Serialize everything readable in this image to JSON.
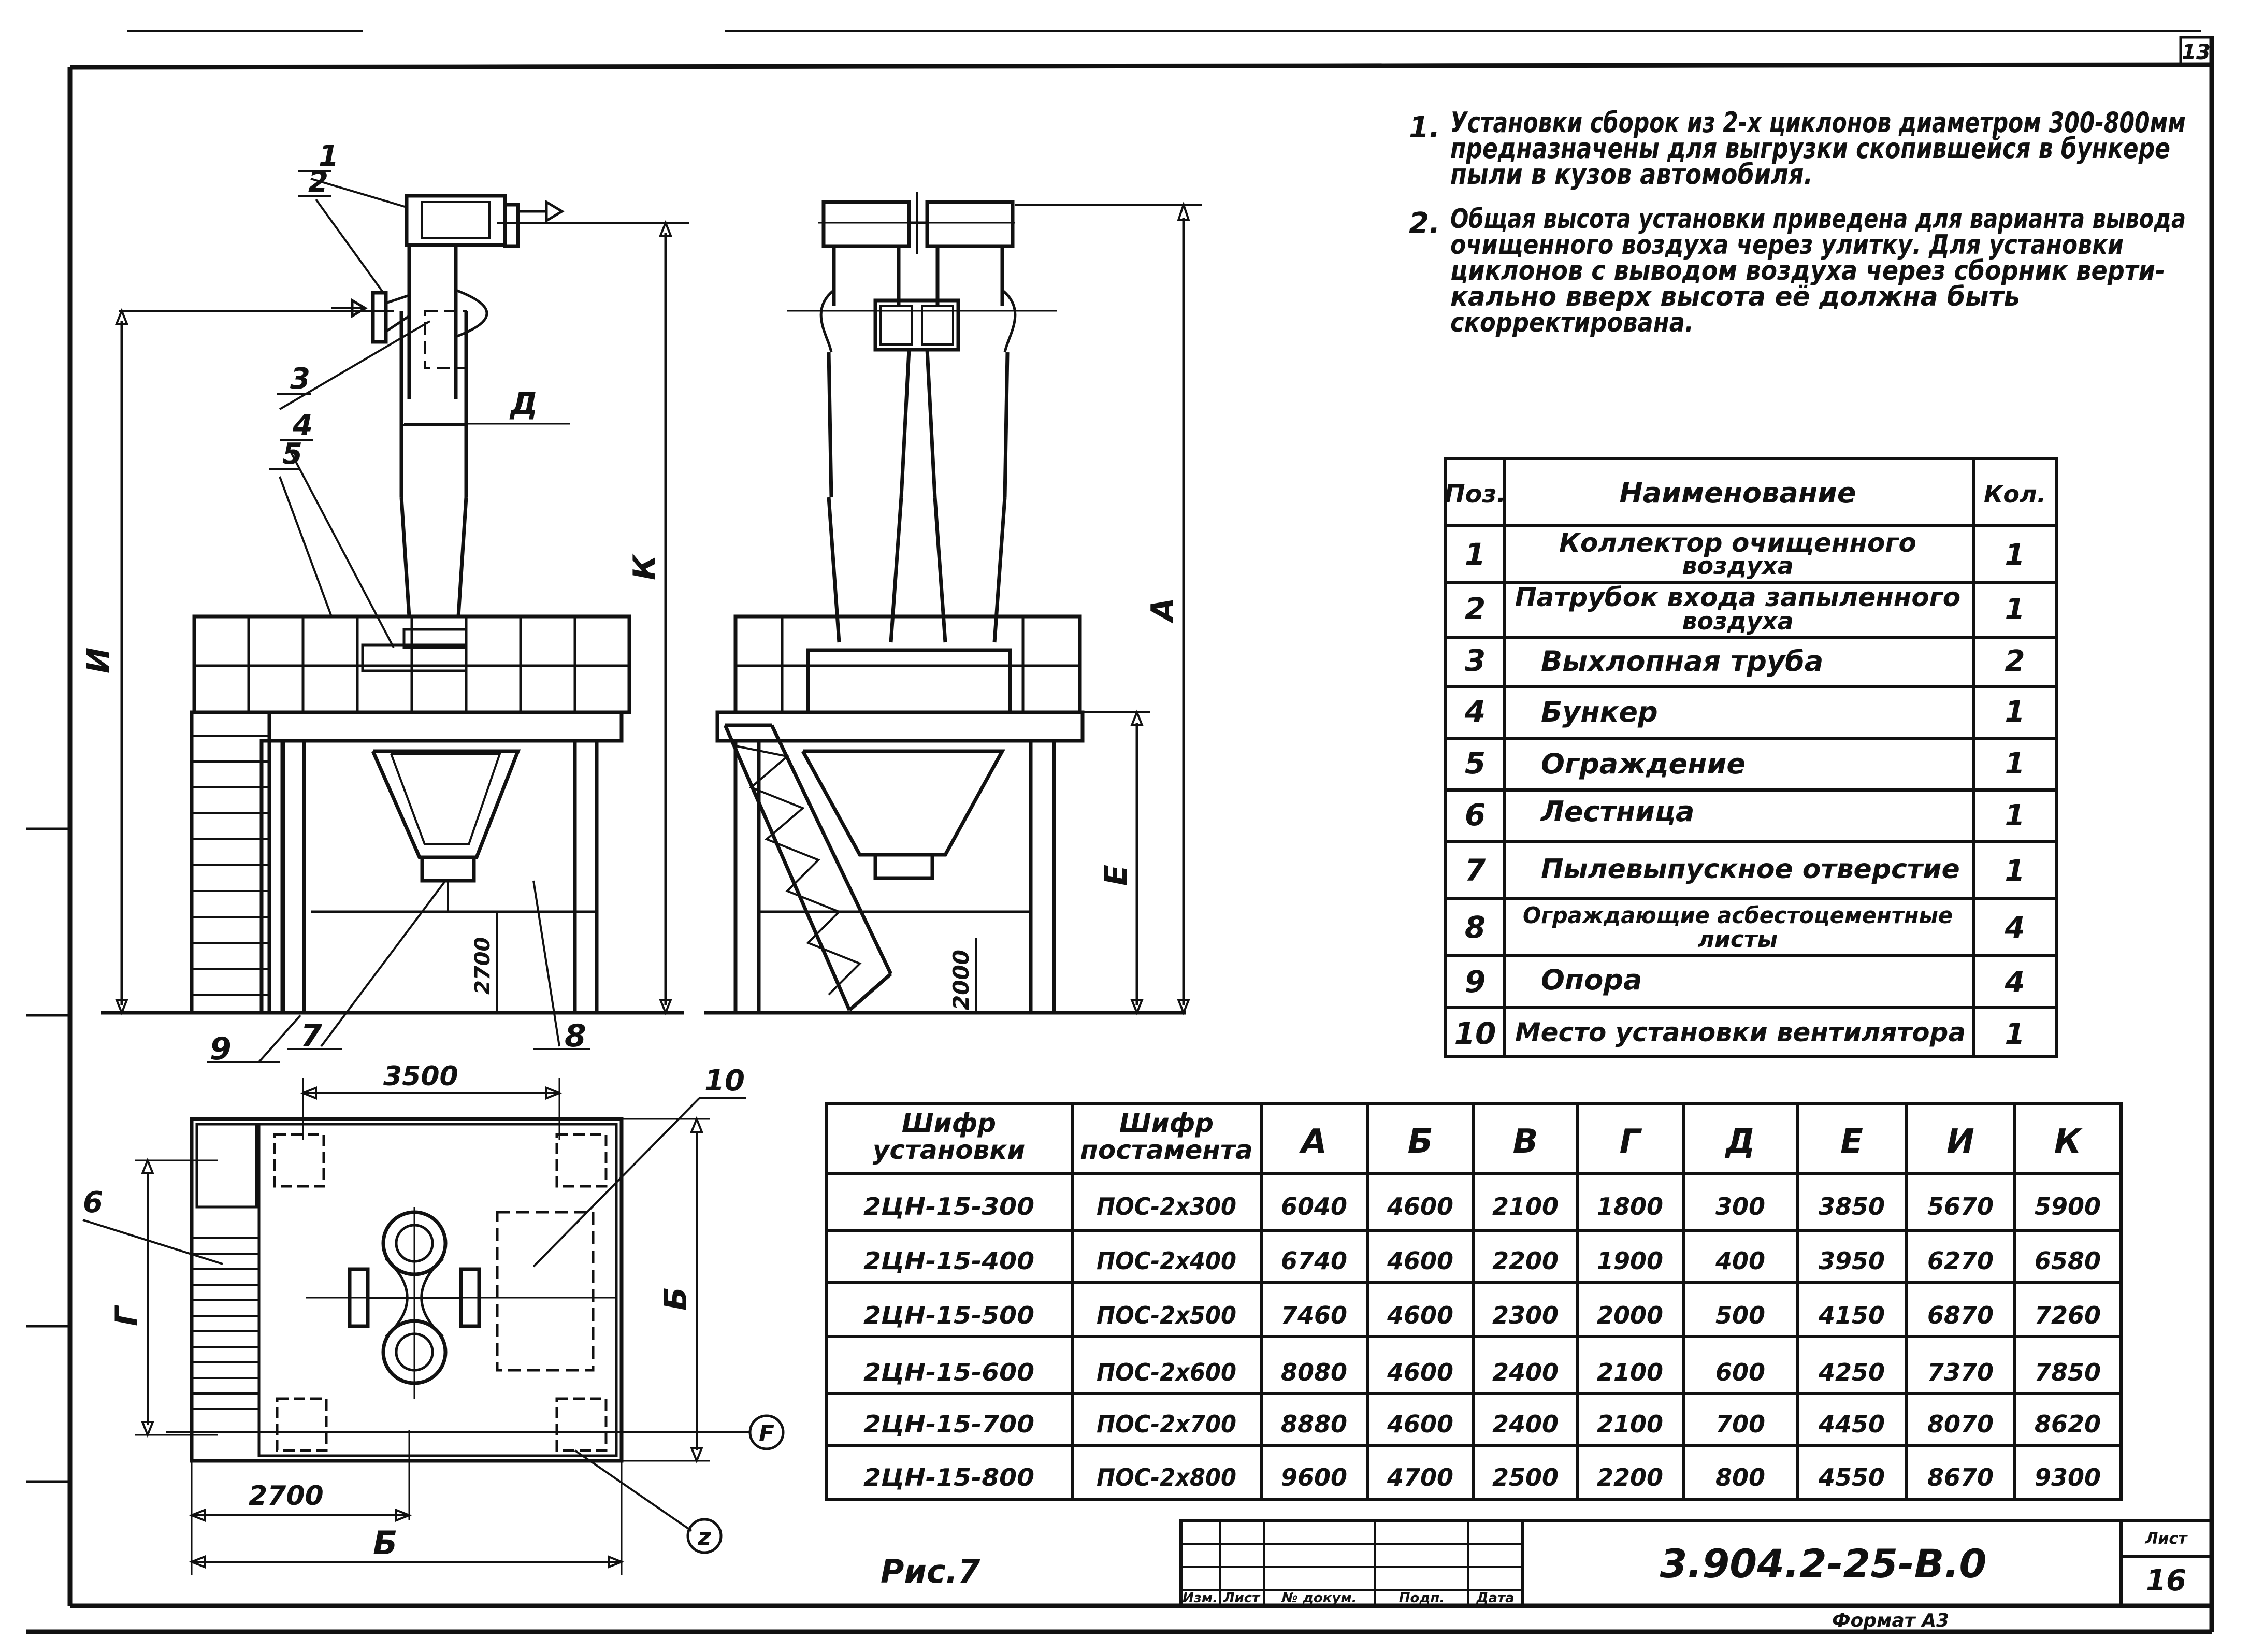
{
  "sheet_corner_number": "13",
  "notes": [
    {
      "num": "1.",
      "lines": [
        "Установки сборок из 2-х циклонов диаметром 300-800мм",
        "предназначены для выгрузки скопившейся в бункере",
        "пыли в кузов автомобиля."
      ]
    },
    {
      "num": "2.",
      "lines": [
        "Общая высота установки приведена для варианта выводa",
        "очищенного воздуха через улитку. Для установки",
        "циклонов с выводом воздуха через сборник верти-",
        "кально вверх высота её должна быть",
        "скорректирована."
      ]
    }
  ],
  "parts_table": {
    "headers": [
      "Поз.",
      "Наименование",
      "Кол."
    ],
    "rows": [
      {
        "pos": "1",
        "name": [
          "Коллектор очищенного",
          "воздуха"
        ],
        "qty": "1"
      },
      {
        "pos": "2",
        "name": [
          "Патрубок входа запыленного",
          "воздуха"
        ],
        "qty": "1"
      },
      {
        "pos": "3",
        "name": [
          "Выхлопная труба"
        ],
        "qty": "2"
      },
      {
        "pos": "4",
        "name": [
          "Бункер"
        ],
        "qty": "1"
      },
      {
        "pos": "5",
        "name": [
          "Ограждение"
        ],
        "qty": "1"
      },
      {
        "pos": "6",
        "name": [
          "Лестница"
        ],
        "qty": "1"
      },
      {
        "pos": "7",
        "name": [
          "Пылевыпускное отверстие"
        ],
        "qty": "1"
      },
      {
        "pos": "8",
        "name": [
          "Ограждающие асбестоцементные",
          "листы"
        ],
        "qty": "4"
      },
      {
        "pos": "9",
        "name": [
          "Опора"
        ],
        "qty": "4"
      },
      {
        "pos": "10",
        "name": [
          "Место установки вентилятора"
        ],
        "qty": "1"
      }
    ]
  },
  "dims_table": {
    "headers": [
      "Шифр установки",
      "Шифр постамента",
      "А",
      "Б",
      "В",
      "Г",
      "Д",
      "Е",
      "И",
      "К"
    ],
    "rows": [
      [
        "2ЦН-15-300",
        "ПОС-2х300",
        "6040",
        "4600",
        "2100",
        "1800",
        "300",
        "3850",
        "5670",
        "5900"
      ],
      [
        "2ЦН-15-400",
        "ПОС-2х400",
        "6740",
        "4600",
        "2200",
        "1900",
        "400",
        "3950",
        "6270",
        "6580"
      ],
      [
        "2ЦН-15-500",
        "ПОС-2х500",
        "7460",
        "4600",
        "2300",
        "2000",
        "500",
        "4150",
        "6870",
        "7260"
      ],
      [
        "2ЦН-15-600",
        "ПОС-2х600",
        "8080",
        "4600",
        "2400",
        "2100",
        "600",
        "4250",
        "7370",
        "7850"
      ],
      [
        "2ЦН-15-700",
        "ПОС-2х700",
        "8880",
        "4600",
        "2400",
        "2100",
        "700",
        "4450",
        "8070",
        "8620"
      ],
      [
        "2ЦН-15-800",
        "ПОС-2х800",
        "9600",
        "4700",
        "2500",
        "2200",
        "800",
        "4550",
        "8670",
        "9300"
      ]
    ]
  },
  "view_labels": {
    "positions": [
      "1",
      "2",
      "3",
      "4",
      "5",
      "9",
      "7",
      "8",
      "10",
      "6"
    ],
    "D": "Д",
    "I": "И",
    "K": "К",
    "A": "А",
    "E": "Е",
    "dim_2700_vert": "2700",
    "dim_2000": "2000",
    "dim_3500": "3500",
    "dim_2700": "2700",
    "B": "Б",
    "G": "Г",
    "B_side": "Б",
    "F_circle": "F",
    "Z_circle": "z"
  },
  "figure_caption": "Рис.7",
  "title_block": {
    "stamp_labels": [
      "Изм.",
      "Лист",
      "№ докум.",
      "Подп.",
      "Дата"
    ],
    "doc_number": "3.904.2-25-В.0",
    "sheet_label": "Лист",
    "sheet_number": "16",
    "format": "Формат А3"
  }
}
